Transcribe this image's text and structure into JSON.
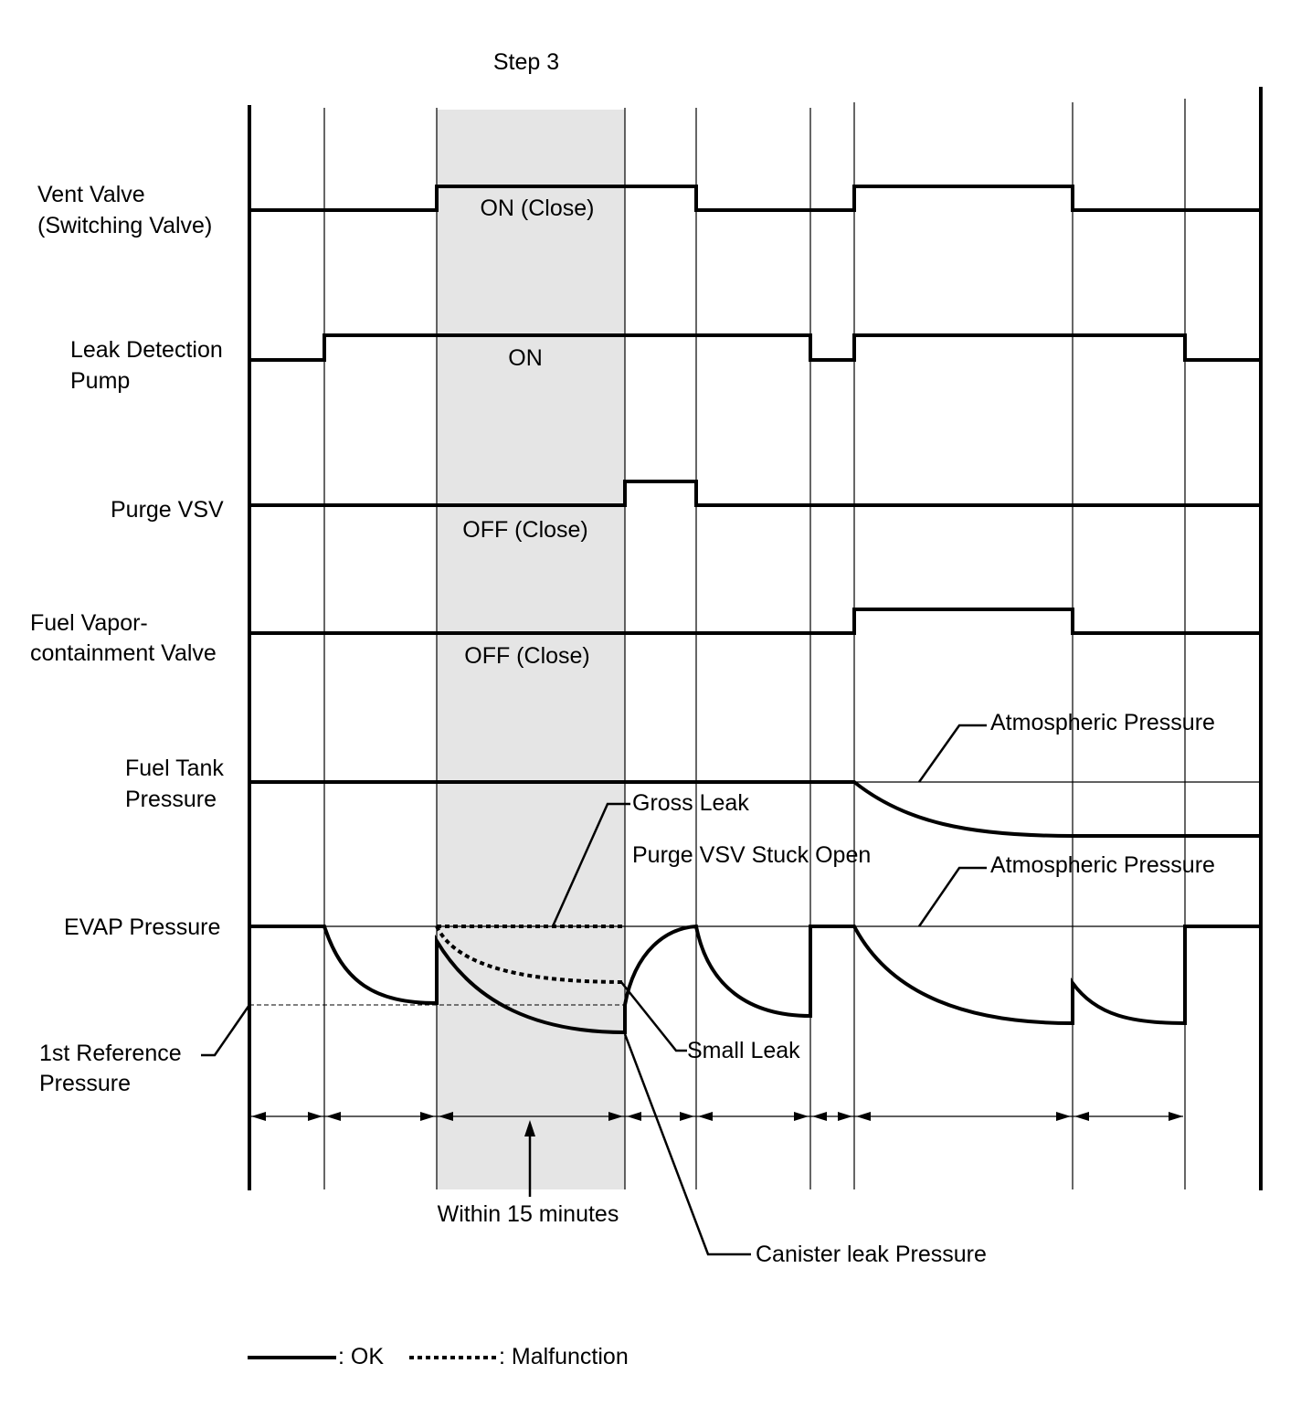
{
  "step_label": "Step 3",
  "rows": {
    "vent_valve": {
      "label_lines": [
        "Vent Valve",
        "(Switching Valve)"
      ],
      "state": "ON (Close)"
    },
    "leak_pump": {
      "label_lines": [
        "Leak Detection",
        "Pump"
      ],
      "state": "ON"
    },
    "purge_vsv": {
      "label_lines": [
        "Purge VSV"
      ],
      "state": "OFF (Close)"
    },
    "vapor_valve": {
      "label_lines": [
        "Fuel Vapor-",
        "containment Valve"
      ],
      "state": "OFF (Close)"
    },
    "fuel_tank": {
      "label_lines": [
        "Fuel Tank",
        "Pressure"
      ]
    },
    "evap": {
      "label_lines": [
        "EVAP Pressure"
      ]
    },
    "reference": {
      "label_lines": [
        "1st Reference",
        "Pressure"
      ]
    }
  },
  "annotations": {
    "atmospheric_1": "Atmospheric Pressure",
    "atmospheric_2": "Atmospheric Pressure",
    "gross_leak": "Gross Leak",
    "stuck_open": "Purge VSV Stuck Open",
    "small_leak": "Small Leak",
    "canister": "Canister leak Pressure",
    "within": "Within 15 minutes"
  },
  "legend": {
    "ok": ": OK",
    "malfunction": ": Malfunction"
  },
  "colors": {
    "line": "#000000",
    "shade": "#e5e5e5",
    "background": "#ffffff"
  }
}
